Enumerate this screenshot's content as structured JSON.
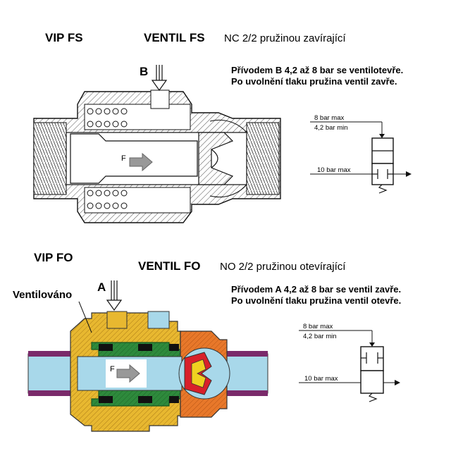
{
  "fs": {
    "name": "VIP FS",
    "ventil": "VENTIL FS",
    "type": "NC 2/2 pružinou zavírající",
    "port": "B",
    "desc_line1": "Přívodem B 4,2 až 8 bar se ventilotevře.",
    "desc_line2": "Po uvolnění tlaku pružina ventil zavře.",
    "flow": "F",
    "symbol": {
      "pressure_max": "8 bar max",
      "pressure_min": "4,2 bar min",
      "line_max": "10 bar max"
    }
  },
  "fo": {
    "name": "VIP FO",
    "ventil": "VENTIL FO",
    "type": "NO 2/2 pružinou otevírající",
    "port": "A",
    "side_label": "Ventilováno",
    "desc_line1": "Přívodem A 4,2 až 8 bar se ventil zavře.",
    "desc_line2": "Po uvolnění tlaku pružina ventil otevře.",
    "flow": "F",
    "symbol": {
      "pressure_max": "8 bar max",
      "pressure_min": "4,2 bar min",
      "line_max": "10 bar max"
    }
  },
  "colors": {
    "brass": "#e8b830",
    "green": "#2e8a3c",
    "orange": "#e8782a",
    "pipe": "#a8d8ea",
    "pipe_end": "#7a2a6a",
    "seal_red": "#d8202a",
    "seal_yellow": "#f0d020"
  }
}
